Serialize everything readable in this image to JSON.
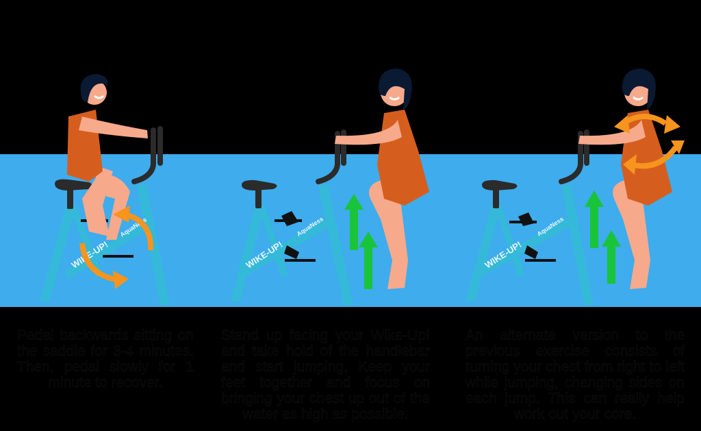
{
  "colors": {
    "background": "#000000",
    "water": "#3eaced",
    "bike_frame": "#35b9d9",
    "bike_dark": "#2b2b2b",
    "skin": "#f7a98b",
    "swimsuit": "#d55e1e",
    "hair": "#0b1a33",
    "arrow_orange": "#f7941d",
    "arrow_green": "#19c43a"
  },
  "panels": [
    {
      "id": "pedal-backwards",
      "bike_labels": {
        "brand": "AquaNess",
        "model": "WIKE-UP!"
      },
      "arrow_type": "circular-backwards-orange",
      "caption": "Pedal backwards sitting on the saddle for 3-4 minutes. Then, pedal slowly for 1 minute to recover."
    },
    {
      "id": "jump-standing",
      "bike_labels": {
        "brand": "AquaNess",
        "model": "WIKE-UP!"
      },
      "arrow_type": "upward-green",
      "caption": "Stand up facing your Wike-Up! and take hold of the handlebar and start jumping. Keep your feet together and focus on bringing your chest up out of the water as high as possible."
    },
    {
      "id": "jump-rotate",
      "bike_labels": {
        "brand": "AquaNess",
        "model": "WIKE-UP!"
      },
      "arrow_type": "upward-green-plus-rotation-orange",
      "caption": "An alternate version to the previous exercise consists of turning your chest from right to left while jumping, changing sides on each jump. This can really help work out your core."
    }
  ]
}
